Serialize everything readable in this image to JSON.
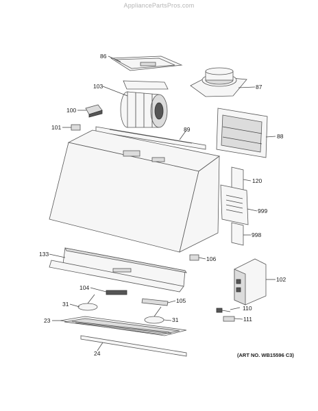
{
  "watermark": "AppliancePartsPros.com",
  "art_number": "(ART NO. WB15596 C3)",
  "callouts": {
    "c86": "86",
    "c103": "103",
    "c87": "87",
    "c100": "100",
    "c101": "101",
    "c89": "89",
    "c88": "88",
    "c120": "120",
    "c999": "999",
    "c998": "998",
    "c133": "133",
    "c106": "106",
    "c102": "102",
    "c104": "104",
    "c31a": "31",
    "c105": "105",
    "c110": "110",
    "c23": "23",
    "c31b": "31",
    "c111": "111",
    "c24": "24"
  }
}
